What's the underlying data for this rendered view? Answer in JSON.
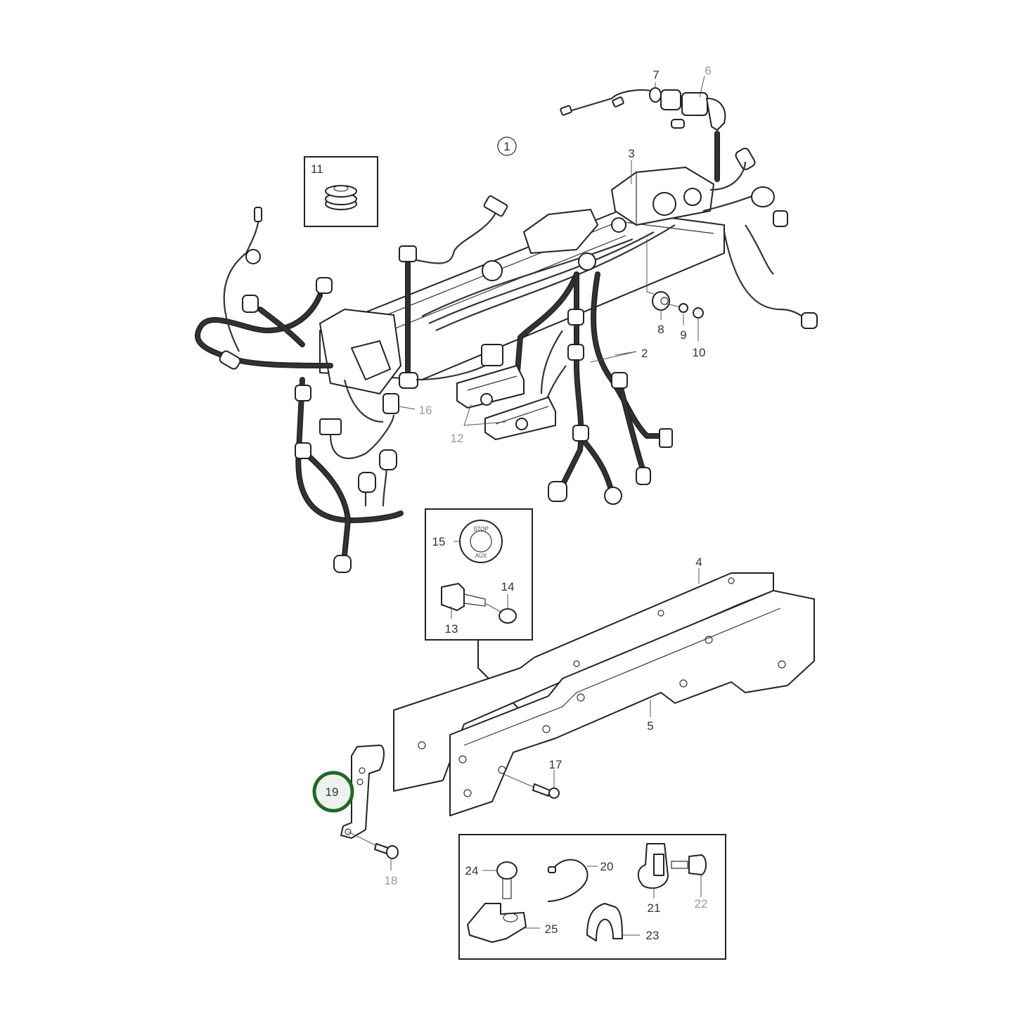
{
  "diagram": {
    "type": "exploded-parts-diagram",
    "subject": "Instrument panel wiring harness and mounting rails",
    "group_marker": "1",
    "highlighted_callout": "19",
    "highlight_color": "#1f6b1f",
    "highlight_fill": "#eef2ee"
  },
  "callouts": [
    {
      "id": "1",
      "label": "1",
      "note": "circled group marker"
    },
    {
      "id": "2",
      "label": "2",
      "note": "wiring harness branches"
    },
    {
      "id": "3",
      "label": "3",
      "note": "main harness housing"
    },
    {
      "id": "4",
      "label": "4",
      "note": "rear mounting rail"
    },
    {
      "id": "5",
      "label": "5",
      "note": "front mounting rail"
    },
    {
      "id": "6",
      "label": "6",
      "note": "connector"
    },
    {
      "id": "7",
      "label": "7",
      "note": "ring"
    },
    {
      "id": "8",
      "label": "8",
      "note": "grommet"
    },
    {
      "id": "9",
      "label": "9",
      "note": "screw"
    },
    {
      "id": "10",
      "label": "10",
      "note": "nut"
    },
    {
      "id": "11",
      "label": "11",
      "note": "rubber grommet (inset)"
    },
    {
      "id": "12",
      "label": "12",
      "note": "multi-pin connectors"
    },
    {
      "id": "13",
      "label": "13",
      "note": "switch (inset)"
    },
    {
      "id": "14",
      "label": "14",
      "note": "knob (inset)"
    },
    {
      "id": "15",
      "label": "15",
      "note": "STOP/AUX label plate (inset)"
    },
    {
      "id": "16",
      "label": "16",
      "note": "connector"
    },
    {
      "id": "17",
      "label": "17",
      "note": "bolt"
    },
    {
      "id": "18",
      "label": "18",
      "note": "bolt"
    },
    {
      "id": "19",
      "label": "19",
      "note": "bracket (highlighted)"
    },
    {
      "id": "20",
      "label": "20",
      "note": "cable tie (inset)"
    },
    {
      "id": "21",
      "label": "21",
      "note": "cable clamp (inset)"
    },
    {
      "id": "22",
      "label": "22",
      "note": "screw (inset)"
    },
    {
      "id": "23",
      "label": "23",
      "note": "clip (inset)"
    },
    {
      "id": "24",
      "label": "24",
      "note": "screw (inset)"
    },
    {
      "id": "25",
      "label": "25",
      "note": "tie mount (inset)"
    }
  ],
  "insets": {
    "grommet_box": {
      "label": "11"
    },
    "switch_box": {
      "labels": [
        "15",
        "14",
        "13"
      ],
      "plate_text_top": "STOP",
      "plate_text_bottom": "AUX"
    },
    "fastener_box": {
      "labels": [
        "24",
        "20",
        "21",
        "22",
        "25",
        "23"
      ]
    }
  }
}
